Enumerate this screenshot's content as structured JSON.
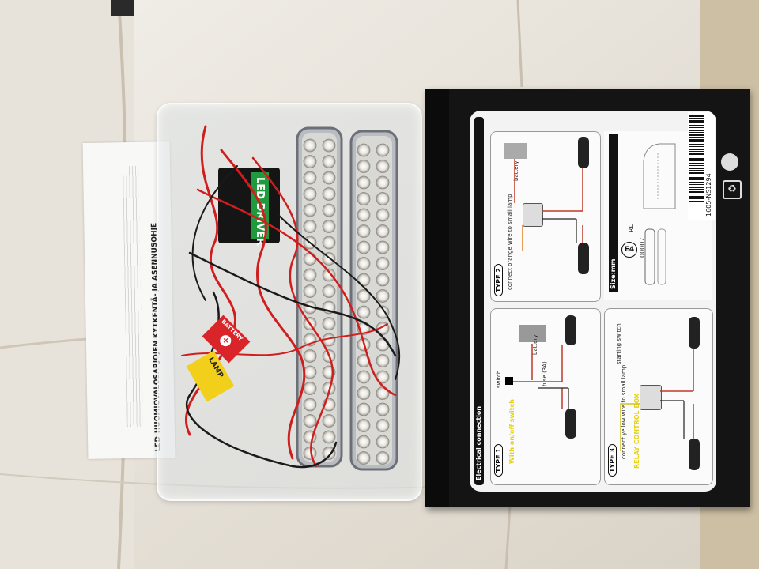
{
  "colors": {
    "seat": "#ebe6de",
    "seat_shadow": "#cfc8bc",
    "box_dark": "#141414",
    "panel": "#f3f3f3",
    "wire_red": "#d01e1e",
    "wire_black": "#1a1a1a",
    "tag_red": "#d9252a",
    "tag_yellow": "#f2cf1a",
    "led_green": "#1f9a3c",
    "accent_yellow": "#e6d21a"
  },
  "manual": {
    "title": "LED-HUOMIOVALOSARJOJEN KYTKENTÄ- JA ASENNUSOHJE"
  },
  "tags": {
    "battery": "BATTERY",
    "lamp": "LAMP"
  },
  "driver": {
    "label": "LED DRIVER"
  },
  "box": {
    "section_title": "Electrical connection",
    "type1": {
      "label": "TYPE 1",
      "slogan": "With on/off switch",
      "switch": "switch",
      "fuse": "fuse (3A)",
      "battery": "battery",
      "lamp": "lamp"
    },
    "type2": {
      "label": "TYPE 2",
      "note": "connect orange wire to small lamp",
      "battery": "battery",
      "lamp": "lamp"
    },
    "type3": {
      "label": "TYPE 3",
      "note": "connect yellow wire to small lamp",
      "slogan": "RELAY CONTROL BOX",
      "starting_switch": "starting switch",
      "lamp": "lamp"
    },
    "size_label": "Size:mm",
    "approval": {
      "mark": "E4",
      "number": "00007",
      "rl": "RL"
    },
    "barcode_text": "1605-NS1294"
  },
  "icons": {
    "recycle": "recycle-icon",
    "seal": "seal-icon"
  }
}
